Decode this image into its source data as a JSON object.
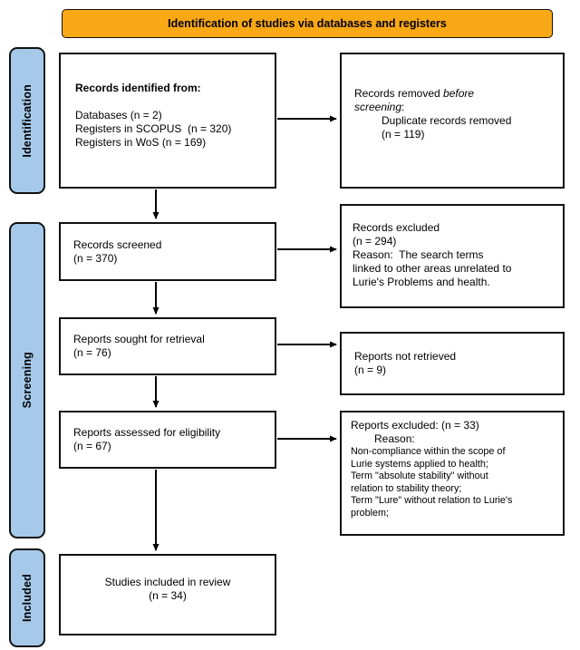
{
  "title": "Identification of studies via databases and registers",
  "colors": {
    "header_bg": "#F9A816",
    "stage_bg": "#A6C9E9",
    "border": "#111111"
  },
  "stages": [
    {
      "label": "Identification"
    },
    {
      "label": "Screening"
    },
    {
      "label": "Included"
    }
  ],
  "boxes": {
    "records_identified": {
      "heading": "Records identified from:",
      "lines": [
        "Databases (n = 2)",
        "Registers in SCOPUS  (n = 320)",
        "Registers in WoS (n = 169)"
      ]
    },
    "records_removed": {
      "line1_normal": "Records removed ",
      "line1_italic": "before",
      "line2_italic": "screening",
      "line2_suffix": ":",
      "indented_lines": [
        "Duplicate records removed",
        "(n = 119)"
      ]
    },
    "records_screened": {
      "lines": [
        "Records screened",
        "(n = 370)"
      ]
    },
    "records_excluded": {
      "lines": [
        "Records excluded",
        "(n = 294)",
        "Reason:  The search terms",
        "linked to other areas unrelated to",
        "Lurie's Problems and health."
      ]
    },
    "reports_sought": {
      "lines": [
        "Reports sought for retrieval",
        "(n = 76)"
      ]
    },
    "reports_not_retrieved": {
      "lines": [
        "Reports not retrieved",
        "(n = 9)"
      ]
    },
    "reports_assessed": {
      "lines": [
        "Reports assessed for eligibility",
        "(n = 67)"
      ]
    },
    "reports_excluded": {
      "line1": "Reports excluded: (n = 33)",
      "line2": "Reason:",
      "small_lines": [
        "Non-compliance within the scope of",
        "Lurie systems applied to health;",
        "Term \"absolute stability\" without",
        "relation to stability theory;",
        "Term \"Lure\" without relation to Lurie's",
        "problem;"
      ]
    },
    "studies_included": {
      "lines": [
        "Studies included in review",
        "(n = 34)"
      ]
    }
  }
}
